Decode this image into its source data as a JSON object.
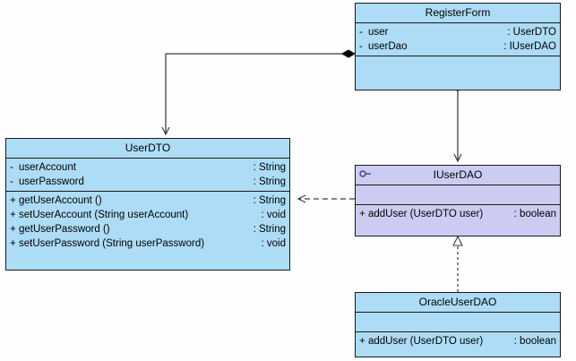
{
  "diagram": {
    "type": "uml-class-diagram",
    "background": "#fefefe",
    "class_fill": "#addcf6",
    "interface_fill": "#ccccf2",
    "line_color": "#3f3f3f",
    "border_color": "#1a1a1a"
  },
  "classes": {
    "register_form": {
      "name": "RegisterForm",
      "stereotype": "",
      "attributes": [
        {
          "visibility": "-",
          "name": "user",
          "type": ": UserDTO"
        },
        {
          "visibility": "-",
          "name": "userDao",
          "type": ": IUserDAO"
        }
      ],
      "operations": []
    },
    "user_dto": {
      "name": "UserDTO",
      "stereotype": "",
      "attributes": [
        {
          "visibility": "-",
          "name": "userAccount",
          "type": ": String"
        },
        {
          "visibility": "-",
          "name": "userPassword",
          "type": ": String"
        }
      ],
      "operations": [
        {
          "visibility": "+",
          "name": "getUserAccount ()",
          "type": ": String"
        },
        {
          "visibility": "+",
          "name": "setUserAccount (String userAccount)",
          "type": ": void"
        },
        {
          "visibility": "+",
          "name": "getUserPassword ()",
          "type": ": String"
        },
        {
          "visibility": "+",
          "name": "setUserPassword (String userPassword)",
          "type": ": void"
        }
      ]
    },
    "iuser_dao": {
      "name": "IUserDAO",
      "icon": "interface-lollipop-icon",
      "attributes": [],
      "operations": [
        {
          "visibility": "+",
          "name": "addUser (UserDTO user)",
          "type": ": boolean"
        }
      ]
    },
    "oracle_user_dao": {
      "name": "OracleUserDAO",
      "stereotype": "",
      "attributes": [],
      "operations": [
        {
          "visibility": "+",
          "name": "addUser (UserDTO user)",
          "type": ": boolean"
        }
      ]
    }
  },
  "relationships": [
    {
      "id": "rel-composition",
      "from": "RegisterForm",
      "to": "UserDTO",
      "kind": "composition",
      "style": "solid",
      "source_marker": "filled-diamond",
      "target_marker": "open-arrow"
    },
    {
      "id": "rel-aggregation",
      "from": "RegisterForm",
      "to": "IUserDAO",
      "kind": "aggregation",
      "style": "solid",
      "source_marker": "hollow-diamond",
      "target_marker": "open-arrow"
    },
    {
      "id": "rel-realization",
      "from": "OracleUserDAO",
      "to": "IUserDAO",
      "kind": "realization",
      "style": "dashed",
      "source_marker": "none",
      "target_marker": "hollow-triangle"
    },
    {
      "id": "rel-dependency",
      "from": "IUserDAO",
      "to": "UserDTO",
      "kind": "dependency",
      "style": "dashed",
      "source_marker": "none",
      "target_marker": "open-arrow"
    }
  ]
}
